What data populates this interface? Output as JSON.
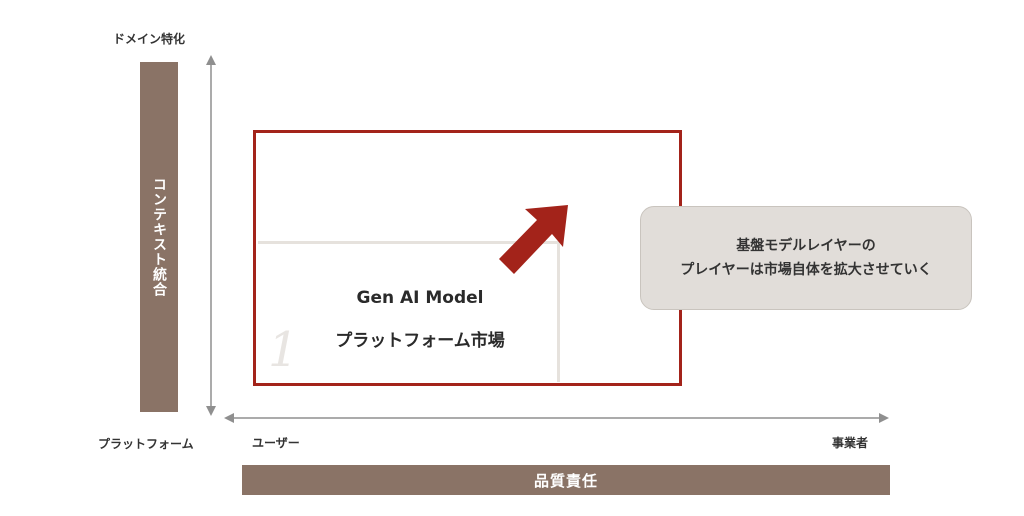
{
  "axis": {
    "y_top": "ドメイン特化",
    "y_bottom": "プラットフォーム",
    "x_left": "ユーザー",
    "x_right": "事業者"
  },
  "bars": {
    "vertical": "コンテキスト統合",
    "horizontal": "品質責任"
  },
  "market": {
    "title": "Gen AI Model",
    "subtitle": "プラットフォーム市場",
    "number": "1"
  },
  "callout": {
    "line1": "基盤モデルレイヤーの",
    "line2": "プレイヤーは市場自体を拡大させていく"
  },
  "colors": {
    "bar": "#8a7366",
    "accent_red": "#a3231a",
    "callout_bg": "#e1ddd9"
  }
}
